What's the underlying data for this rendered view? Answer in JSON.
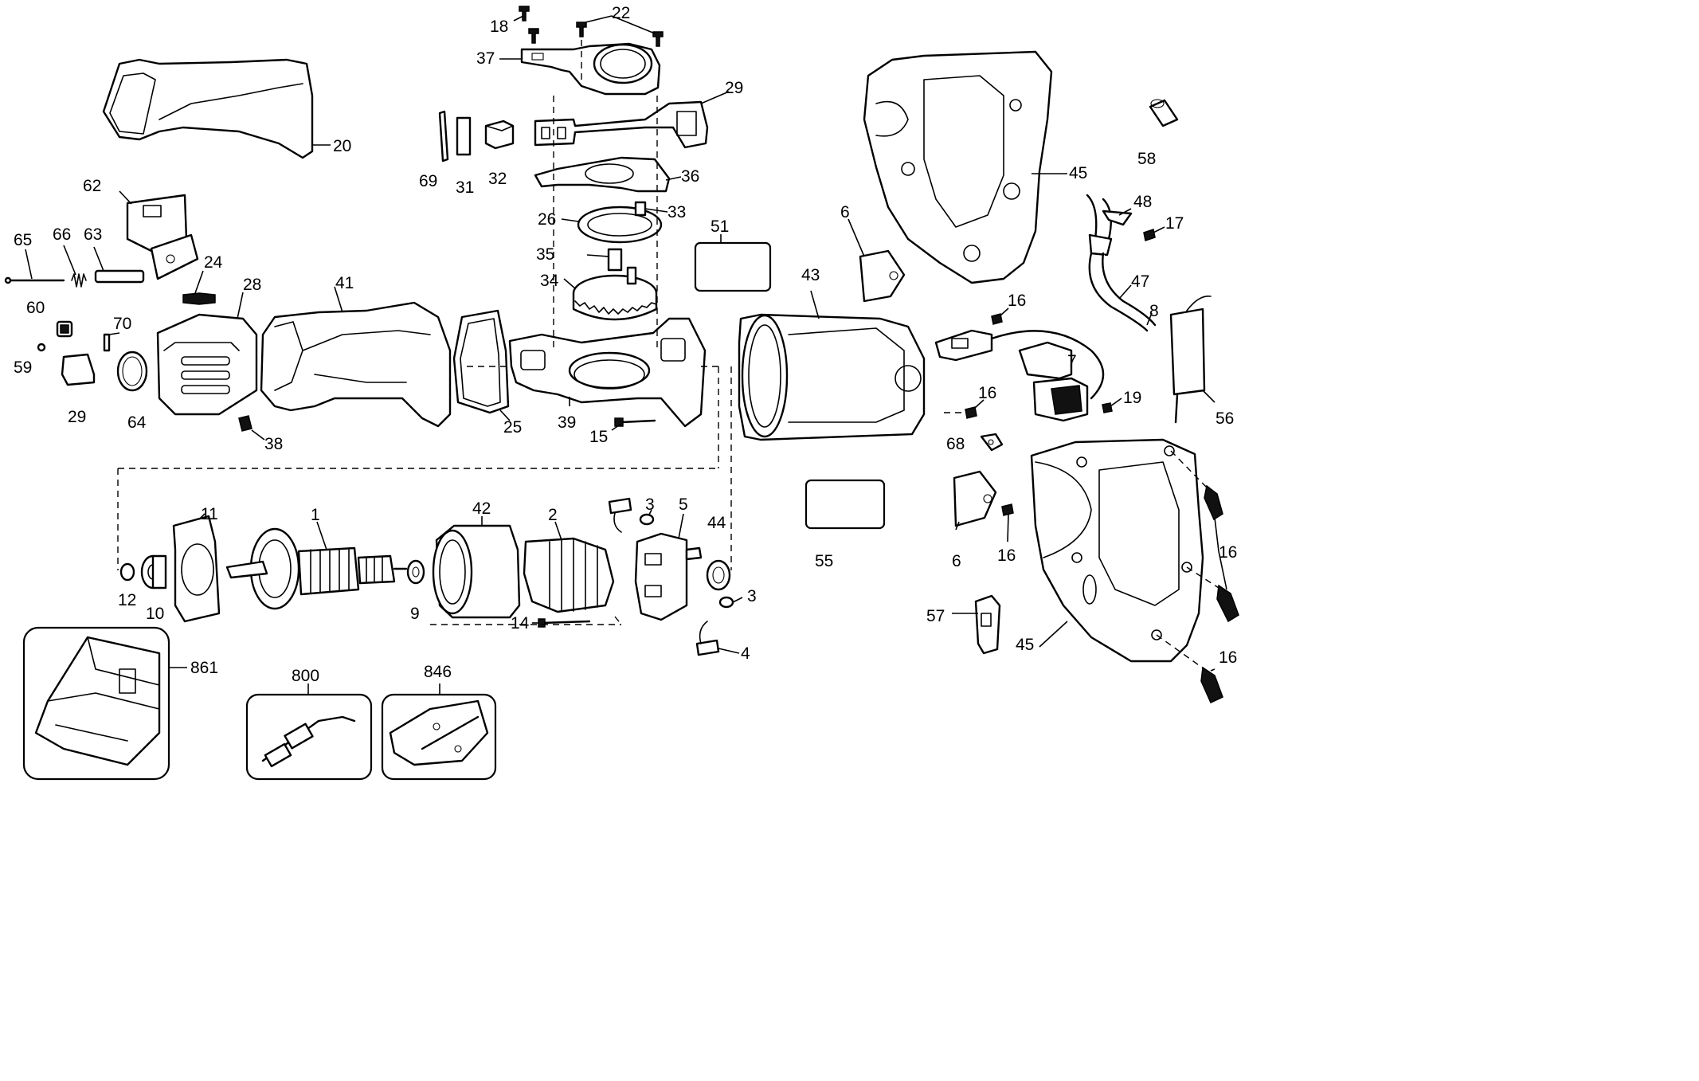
{
  "diagram": {
    "callouts": [
      "1",
      "2",
      "3",
      "3",
      "4",
      "5",
      "6",
      "6",
      "7",
      "8",
      "9",
      "10",
      "11",
      "12",
      "14",
      "15",
      "16",
      "16",
      "16",
      "16",
      "16",
      "17",
      "18",
      "19",
      "20",
      "22",
      "24",
      "25",
      "26",
      "28",
      "29",
      "29",
      "31",
      "32",
      "33",
      "34",
      "35",
      "36",
      "37",
      "38",
      "39",
      "41",
      "42",
      "43",
      "44",
      "45",
      "45",
      "47",
      "48",
      "51",
      "55",
      "56",
      "57",
      "58",
      "59",
      "60",
      "62",
      "63",
      "64",
      "65",
      "66",
      "68",
      "69",
      "70",
      "800",
      "846",
      "861"
    ]
  }
}
